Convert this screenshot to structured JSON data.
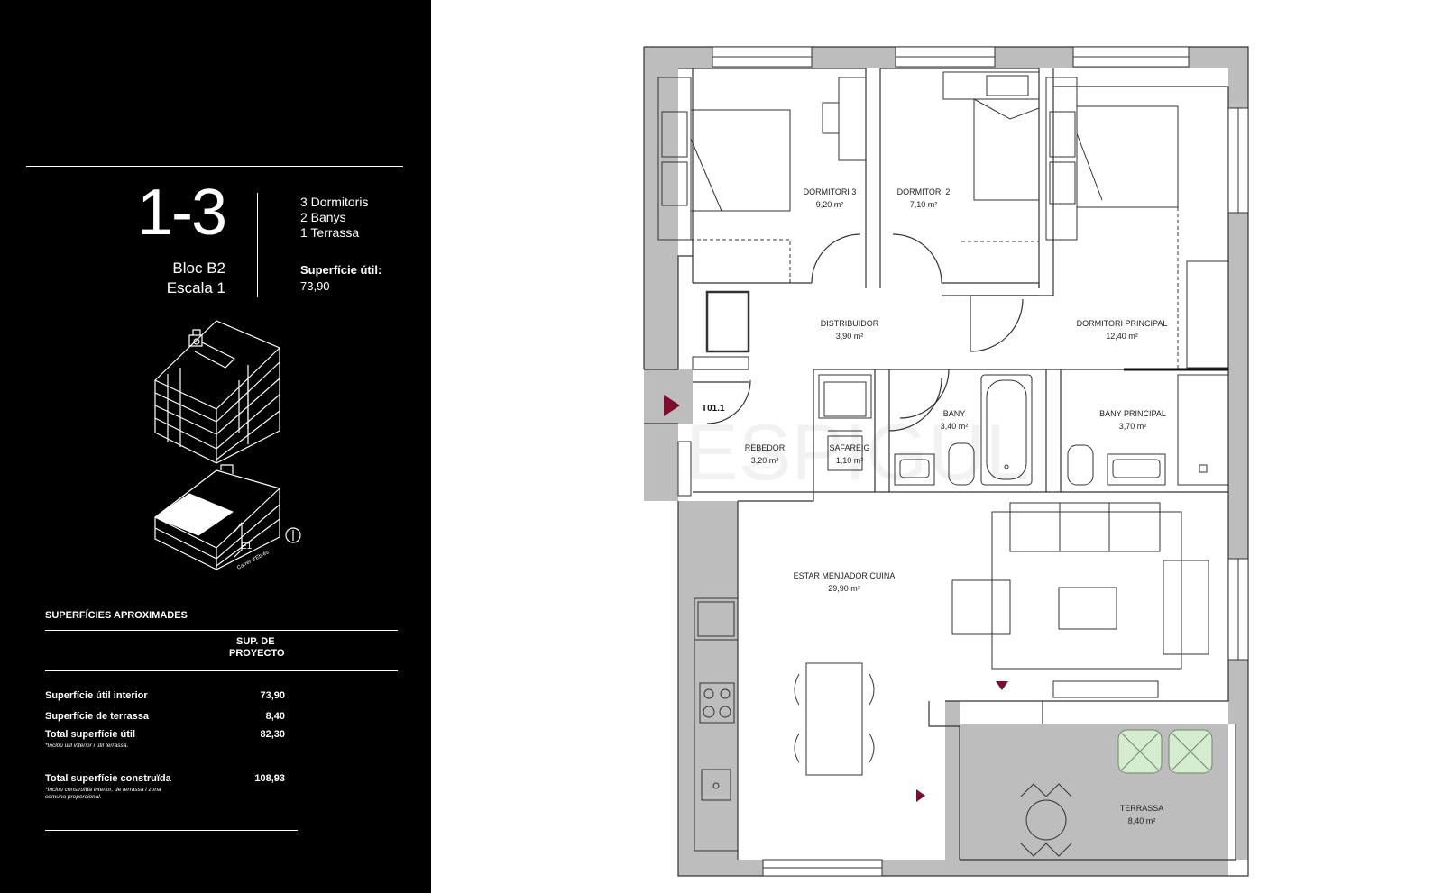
{
  "unit": {
    "number": "1-3",
    "bloc": "Bloc B2",
    "escala": "Escala 1",
    "features": [
      "3 Dormitoris",
      "2 Banys",
      "1 Terrassa"
    ],
    "surface_label": "Superfície útil:",
    "surface_value": "73,90"
  },
  "axonometric": {
    "entrance_label": "E1",
    "street_label": "Carrer d'Ebrés"
  },
  "surfaces": {
    "title": "SUPERFÍCIES APROXIMADES",
    "column_header": [
      "SUP. DE",
      "PROYECTO"
    ],
    "rows": [
      {
        "label": "Superfície útil interior",
        "value": "73,90",
        "note": ""
      },
      {
        "label": "Superfície de terrassa",
        "value": "8,40",
        "note": ""
      },
      {
        "label": "Total superfície útil",
        "value": "82,30",
        "note": "*Inclou útil interior i útil terrassa."
      },
      {
        "label": "Total superfície construïda",
        "value": "108,93",
        "note": "*Inclou construïda interior, de terrassa i zona comuna proporcional."
      }
    ]
  },
  "plan": {
    "entrance_code": "T01.1",
    "watermark": "ESPIGUL",
    "accent_color": "#7a1030",
    "rooms": [
      {
        "name": "DORMITORI 3",
        "area": "9,20 m²"
      },
      {
        "name": "DORMITORI 2",
        "area": "7,10 m²"
      },
      {
        "name": "DORMITORI PRINCIPAL",
        "area": "12,40 m²"
      },
      {
        "name": "DISTRIBUIDOR",
        "area": "3,90 m²"
      },
      {
        "name": "BANY",
        "area": "3,40 m²"
      },
      {
        "name": "BANY PRINCIPAL",
        "area": "3,70 m²"
      },
      {
        "name": "REBEDOR",
        "area": "3,20 m²"
      },
      {
        "name": "SAFAREIG",
        "area": "1,10 m²"
      },
      {
        "name": "ESTAR MENJADOR CUINA",
        "area": "29,90 m²"
      },
      {
        "name": "TERRASSA",
        "area": "8,40 m²"
      }
    ]
  }
}
